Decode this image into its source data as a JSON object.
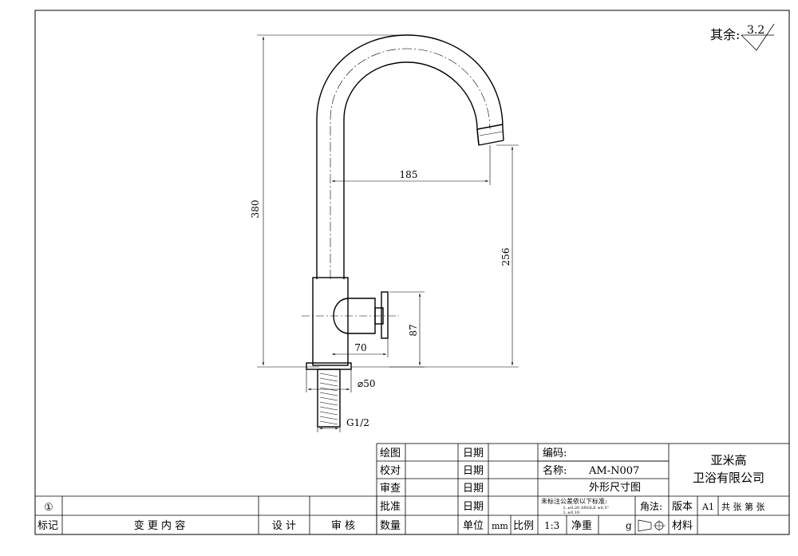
{
  "surface_finish": {
    "label": "其余:",
    "value": "3.2"
  },
  "dimensions": {
    "overall_height": "380",
    "reach": "185",
    "spout_outlet_height": "256",
    "handle_height": "87",
    "handle_length": "70",
    "base_diameter": "⌀50",
    "thread": "G1/2"
  },
  "title_block": {
    "drawn": "绘图",
    "checked": "校对",
    "reviewed": "审查",
    "approved": "批准",
    "quantity": "数量",
    "date": "日期",
    "unit": "单位",
    "unit_value": "mm",
    "scale_label": "比例",
    "scale_value": "1:3",
    "weight_label": "净重",
    "weight_unit": "g",
    "code_label": "编码:",
    "name_label": "名称:",
    "part_number": "AM-N007",
    "drawing_title": "外形尺寸图",
    "company_line1": "亚米高",
    "company_line2": "卫浴有限公司",
    "tolerance_note": "未标注公差依以下标准:",
    "tolerance_line1": "L    ±0.20  ANGLE  ±0.5°",
    "tolerance_line2": "L    ±0.10",
    "projection_label": "角法:",
    "version_label": "版本",
    "version_value": "A1",
    "sheets_text": "共  张 第  张",
    "material_label": "材料"
  },
  "revision_block": {
    "rev_symbol": "①",
    "mark_label": "标记",
    "change_label": "变 更 内 容",
    "design_label": "设 计",
    "review_label": "审 核"
  }
}
